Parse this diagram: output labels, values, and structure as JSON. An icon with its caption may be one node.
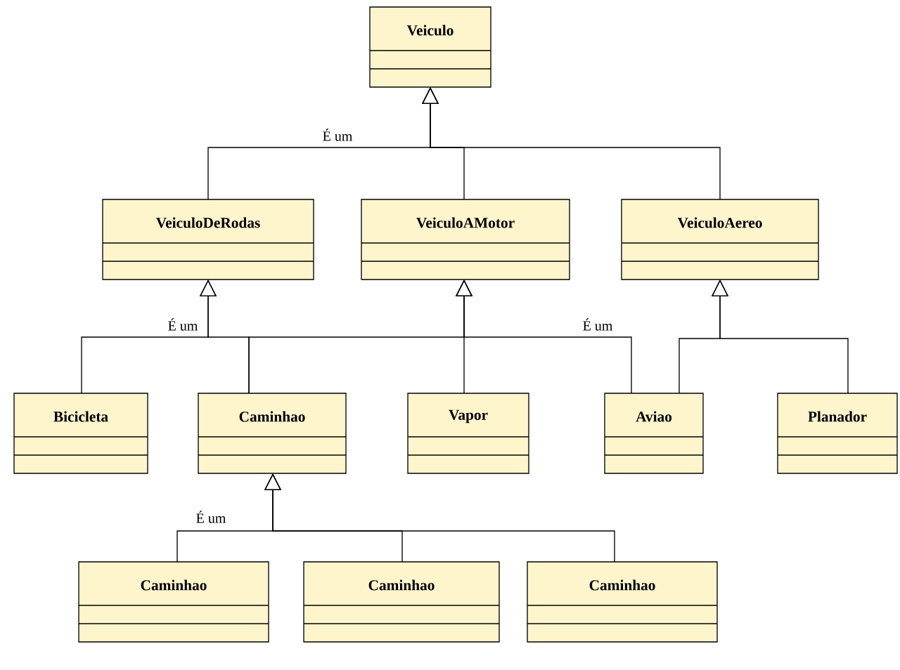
{
  "diagram": {
    "nodes": [
      {
        "text": [
          "Veiculo"
        ]
      },
      {
        "text": [
          "VeiculoDeRodas"
        ]
      },
      {
        "text": [
          "VeiculoAMotor"
        ]
      },
      {
        "text": [
          "VeiculoAereo"
        ]
      },
      {
        "text": [
          "Bicicleta"
        ]
      },
      {
        "text": [
          "Caminhao"
        ]
      },
      {
        "text": [
          "Vapor"
        ]
      },
      {
        "text": [
          "Aviao"
        ]
      },
      {
        "text": [
          "Planador"
        ]
      },
      {
        "text": [
          "Caminhao"
        ]
      },
      {
        "text": [
          "Caminhao"
        ]
      },
      {
        "text": [
          "Caminhao"
        ]
      }
    ],
    "edges": [
      {
        "from": 1,
        "to": 0,
        "arrow": "to",
        "label": "É um"
      },
      {
        "from": 2,
        "to": 0,
        "arrow": "to"
      },
      {
        "from": 3,
        "to": 0,
        "arrow": "to"
      },
      {
        "from": 4,
        "to": 1,
        "arrow": "to",
        "label": "É um"
      },
      {
        "from": 5,
        "to": 1,
        "arrow": "to"
      },
      {
        "from": 5,
        "to": 2,
        "arrow": "to"
      },
      {
        "from": 6,
        "to": 2,
        "arrow": "to"
      },
      {
        "from": 7,
        "to": 2,
        "arrow": "to",
        "label": "É um"
      },
      {
        "from": 7,
        "to": 3,
        "arrow": "to"
      },
      {
        "from": 8,
        "to": 3,
        "arrow": "to"
      },
      {
        "from": 9,
        "to": 5,
        "arrow": "to",
        "label": "É um"
      },
      {
        "from": 10,
        "to": 5,
        "arrow": "to"
      },
      {
        "from": 11,
        "to": 5,
        "arrow": "to"
      }
    ]
  }
}
